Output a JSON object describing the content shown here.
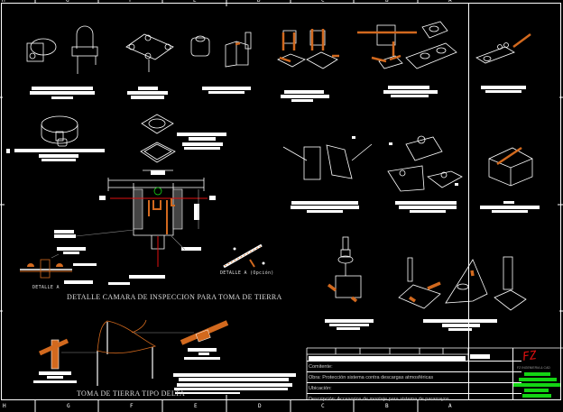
{
  "drawing": {
    "type": "CAD sheet",
    "border_letters_top": [
      "H",
      "G",
      "F",
      "E",
      "D",
      "C",
      "B",
      "A"
    ],
    "border_letters_bottom": [
      "H",
      "G",
      "F",
      "E",
      "D",
      "C",
      "B",
      "A"
    ],
    "titles": {
      "inspection_chamber": "DETALLE CAMARA DE INSPECCION PARA TOMA DE TIERRA",
      "delta_ground": "TOMA DE TIERRA TIPO DELTA",
      "detail_a": "DETALLE A",
      "detail_a_option": "DETALLE A (Opción)"
    },
    "title_block": {
      "comitente": "Comitente:",
      "obra": "Obra: Protección sistema contra descargas atmosféricas",
      "ubicacion": "Ubicación:",
      "descripcion": "Descripción: Accesorios de montaje para sistema de pararrayos",
      "logo_text": "FZ",
      "logo_sub": "FZ INGENIERIA & CAD"
    },
    "colors": {
      "background": "#000000",
      "line": "#ffffff",
      "copper": "#d2691e",
      "ground_wire": "#e01010",
      "logo_red": "#e01010",
      "logo_green": "#14d414"
    }
  }
}
